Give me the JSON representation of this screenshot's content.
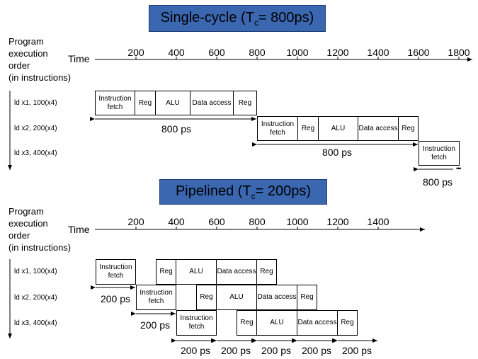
{
  "single": {
    "title_main": "Single-cycle (T",
    "title_sub": "c",
    "title_rest": "= 800ps)",
    "axis_label_lines": [
      "Program",
      "execution",
      "order",
      "(in instructions)"
    ],
    "time_label": "Time",
    "ticks": [
      "200",
      "400",
      "600",
      "800",
      "1000",
      "1200",
      "1400",
      "1600",
      "1800"
    ],
    "instructions": [
      "ld x1, 100(x4)",
      "ld x2, 200(x4)",
      "ld x3, 400(x4)"
    ],
    "stages": [
      "Instruction fetch",
      "Reg",
      "ALU",
      "Data access",
      "Reg"
    ],
    "durations": [
      "800 ps",
      "800 ps",
      "800 ps"
    ],
    "ellipsis": "•••"
  },
  "pipelined": {
    "title_main": "Pipelined (T",
    "title_sub": "c",
    "title_rest": "= 200ps)",
    "axis_label_lines": [
      "Program",
      "execution",
      "order",
      "(in instructions)"
    ],
    "time_label": "Time",
    "ticks": [
      "200",
      "400",
      "600",
      "800",
      "1000",
      "1200",
      "1400"
    ],
    "instructions": [
      "ld x1, 100(x4)",
      "ld x2, 200(x4)",
      "ld x3, 400(x4)"
    ],
    "stages": [
      "Instruction fetch",
      "Reg",
      "ALU",
      "Data access",
      "Reg"
    ],
    "durations": [
      "200 ps",
      "200 ps",
      "200 ps",
      "200 ps",
      "200 ps",
      "200 ps",
      "200 ps"
    ]
  },
  "colors": {
    "title_fill": "#3a67b0",
    "stroke": "#000000"
  }
}
